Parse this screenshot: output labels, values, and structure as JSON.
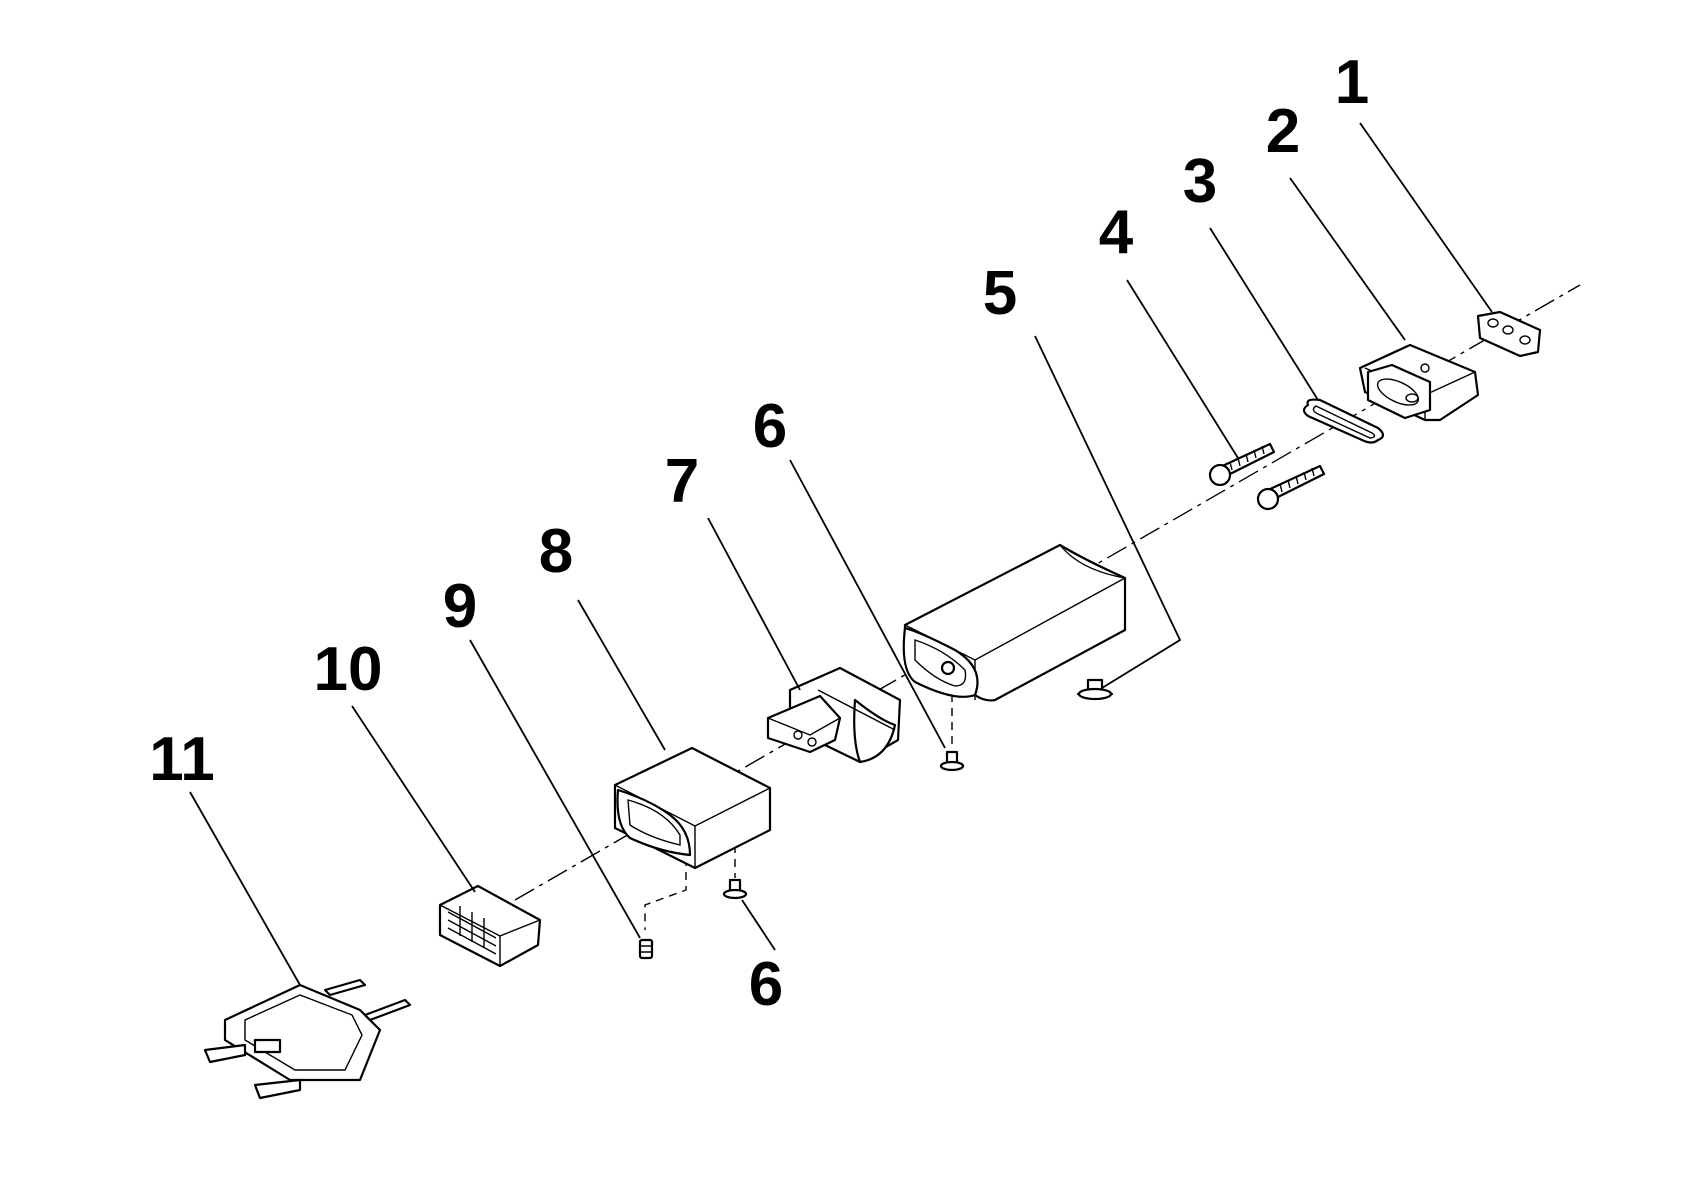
{
  "callouts": [
    {
      "label": "1"
    },
    {
      "label": "2"
    },
    {
      "label": "3"
    },
    {
      "label": "4"
    },
    {
      "label": "5"
    },
    {
      "label": "6"
    },
    {
      "label": "7"
    },
    {
      "label": "8"
    },
    {
      "label": "9"
    },
    {
      "label": "10"
    },
    {
      "label": "11"
    },
    {
      "label": "6"
    }
  ]
}
